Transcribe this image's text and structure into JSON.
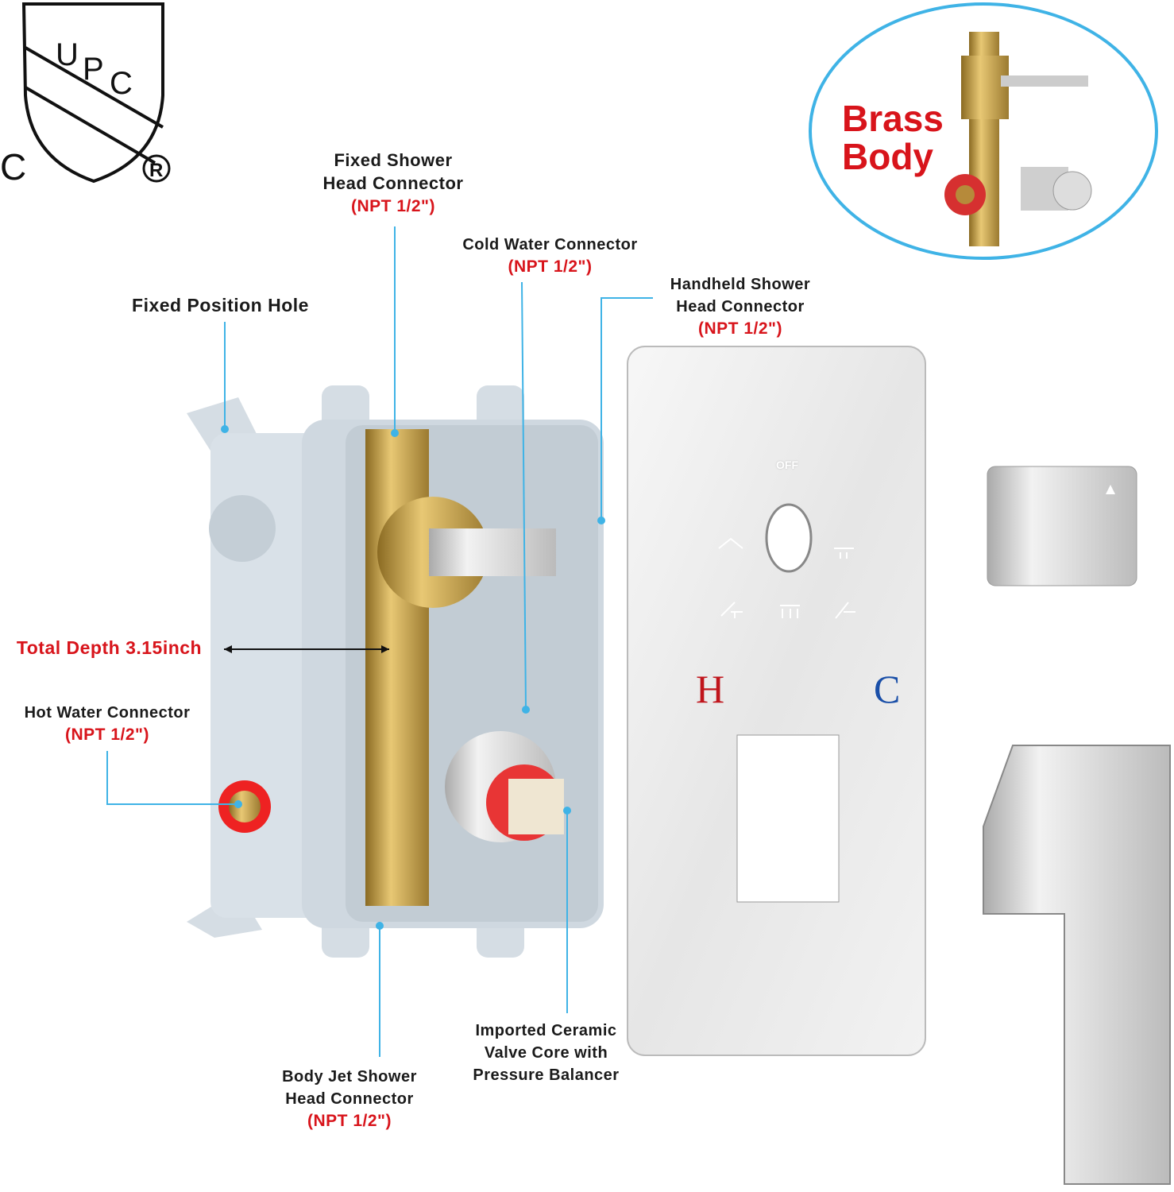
{
  "logo": {
    "mark": "UPC",
    "left": "C",
    "registered": "®"
  },
  "brass_callout": {
    "line1": "Brass",
    "line2": "Body"
  },
  "labels": {
    "fixed_shower": {
      "line1": "Fixed Shower",
      "line2": "Head Connector",
      "spec": "(NPT 1/2\")"
    },
    "cold_water": {
      "line1": "Cold Water Connector",
      "spec": "(NPT 1/2\")"
    },
    "handheld": {
      "line1": "Handheld Shower",
      "line2": "Head Connector",
      "spec": "(NPT 1/2\")"
    },
    "fixed_hole": {
      "line1": "Fixed Position Hole"
    },
    "depth": {
      "line1": "Total Depth 3.15inch"
    },
    "hot_water": {
      "line1": "Hot Water Connector",
      "spec": "(NPT 1/2\")"
    },
    "valve_core": {
      "line1": "Imported Ceramic",
      "line2": "Valve Core with",
      "line3": "Pressure Balancer"
    },
    "body_jet": {
      "line1": "Body Jet Shower",
      "line2": "Head Connector",
      "spec": "(NPT 1/2\")"
    }
  },
  "plate": {
    "off": "OFF",
    "hot": "H",
    "cold": "C"
  },
  "colors": {
    "accent_red": "#d8141b",
    "leader_line": "#3fb3e6",
    "hot": "#c0141b",
    "cold": "#1a4fa8",
    "brass": "#c9a24a"
  }
}
